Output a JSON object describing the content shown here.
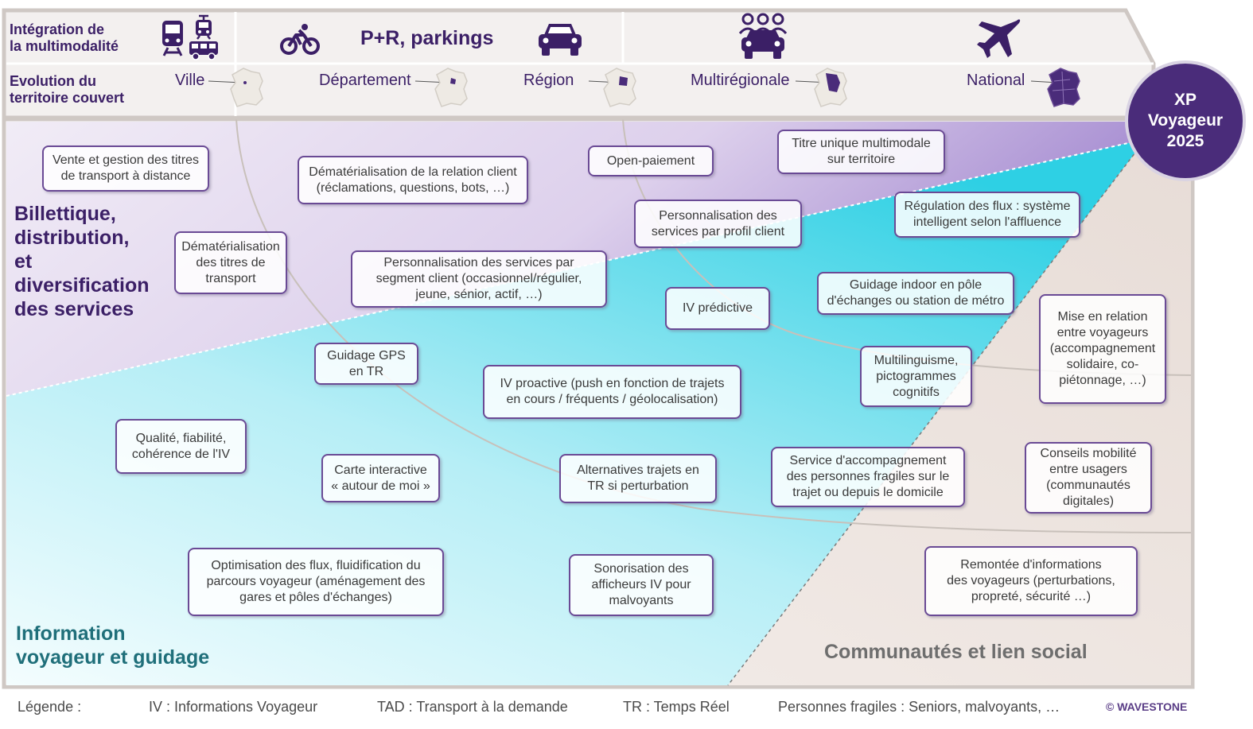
{
  "header": {
    "row1_label": "Intégration de\nla multimodalité",
    "row2_label": "Evolution du\nterritoire couvert",
    "pr_label": "P+R, parkings",
    "scopes": [
      "Ville",
      "Département",
      "Région",
      "Multirégionale",
      "National"
    ]
  },
  "icons": {
    "train": "train-icon",
    "tram": "tram-icon",
    "bus": "bus-icon",
    "bike": "bicycle-icon",
    "car": "car-icon",
    "carpool": "carpool-icon",
    "plane": "airplane-icon",
    "map": "france-map-icon"
  },
  "badge": "XP\nVoyageur\n2025",
  "categories": {
    "billettique": "Billettique,\ndistribution,\net\ndiversification\ndes services",
    "information": "Information\nvoyageur et guidage",
    "communautes": "Communautés et lien social"
  },
  "boxes": [
    "Vente et gestion des titres\nde transport à distance",
    "Dématérialisation de la relation client\n(réclamations, questions, bots, …)",
    "Open-paiement",
    "Titre unique multimodale\nsur territoire",
    "Personnalisation des\nservices par profil client",
    "Régulation des flux : système\nintelligent selon l'affluence",
    "Dématérialisation\ndes titres de\ntransport",
    "Personnalisation des services par\nsegment client (occasionnel/régulier,\njeune, sénior, actif, …)",
    "IV prédictive",
    "Guidage indoor en pôle\nd'échanges ou station de métro",
    "Mise en relation\nentre voyageurs\n(accompagnement\nsolidaire, co-\npiétonnage, …)",
    "Guidage GPS\nen TR",
    "IV proactive (push en fonction de trajets\nen cours / fréquents / géolocalisation)",
    "Multilinguisme,\npictogrammes\ncognitifs",
    "Qualité, fiabilité,\ncohérence de l'IV",
    "Carte interactive\n« autour de moi »",
    "Alternatives trajets en\nTR si perturbation",
    "Service d'accompagnement\ndes personnes fragiles sur le\ntrajet ou depuis le domicile",
    "Conseils mobilité\nentre usagers\n(communautés\ndigitales)",
    "Optimisation des flux, fluidification du\nparcours voyageur (aménagement des\ngares et pôles d'échanges)",
    "Sonorisation des\nafficheurs IV pour\nmalvoyants",
    "Remontée d'informations\ndes voyageurs (perturbations,\npropreté, sécurité …)"
  ],
  "legend": [
    "Légende :",
    "IV : Informations Voyageur",
    "TAD : Transport à la demande",
    "TR : Temps Réel",
    "Personnes fragiles : Seniors, malvoyants, …"
  ],
  "copyright": "© WAVESTONE",
  "colors": {
    "purple_dark": "#3b1f66",
    "purple_zone": "#c9b5e2",
    "cyan_zone": "#37d3e6",
    "beige_zone": "#efe7e3",
    "teal_text": "#1f6f7a"
  }
}
